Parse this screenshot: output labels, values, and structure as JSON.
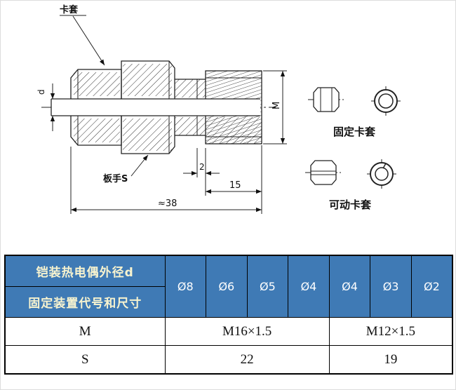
{
  "drawing": {
    "callouts": {
      "ferrule": "卡套",
      "wrench": "板手S",
      "fixed_ferrule": "固定卡套",
      "movable_ferrule": "可动卡套"
    },
    "dimensions": {
      "d": "d",
      "M": "M",
      "two": "2",
      "fifteen": "15",
      "approx38": "≈38"
    }
  },
  "table": {
    "header": {
      "left_top": "铠装热电偶外径d",
      "left_bottom": "固定装置代号和尺寸",
      "diameters": [
        "Ø8",
        "Ø6",
        "Ø5",
        "Ø4",
        "Ø4",
        "Ø3",
        "Ø2"
      ]
    },
    "rows": [
      {
        "label": "M",
        "left": "M16×1.5",
        "right": "M12×1.5"
      },
      {
        "label": "S",
        "left": "22",
        "right": "19"
      }
    ]
  },
  "colors": {
    "header_bg": "#3f7ab5",
    "header_left_text": "#f7f3cf",
    "header_dia_text": "#ffffff",
    "border": "#000000"
  }
}
